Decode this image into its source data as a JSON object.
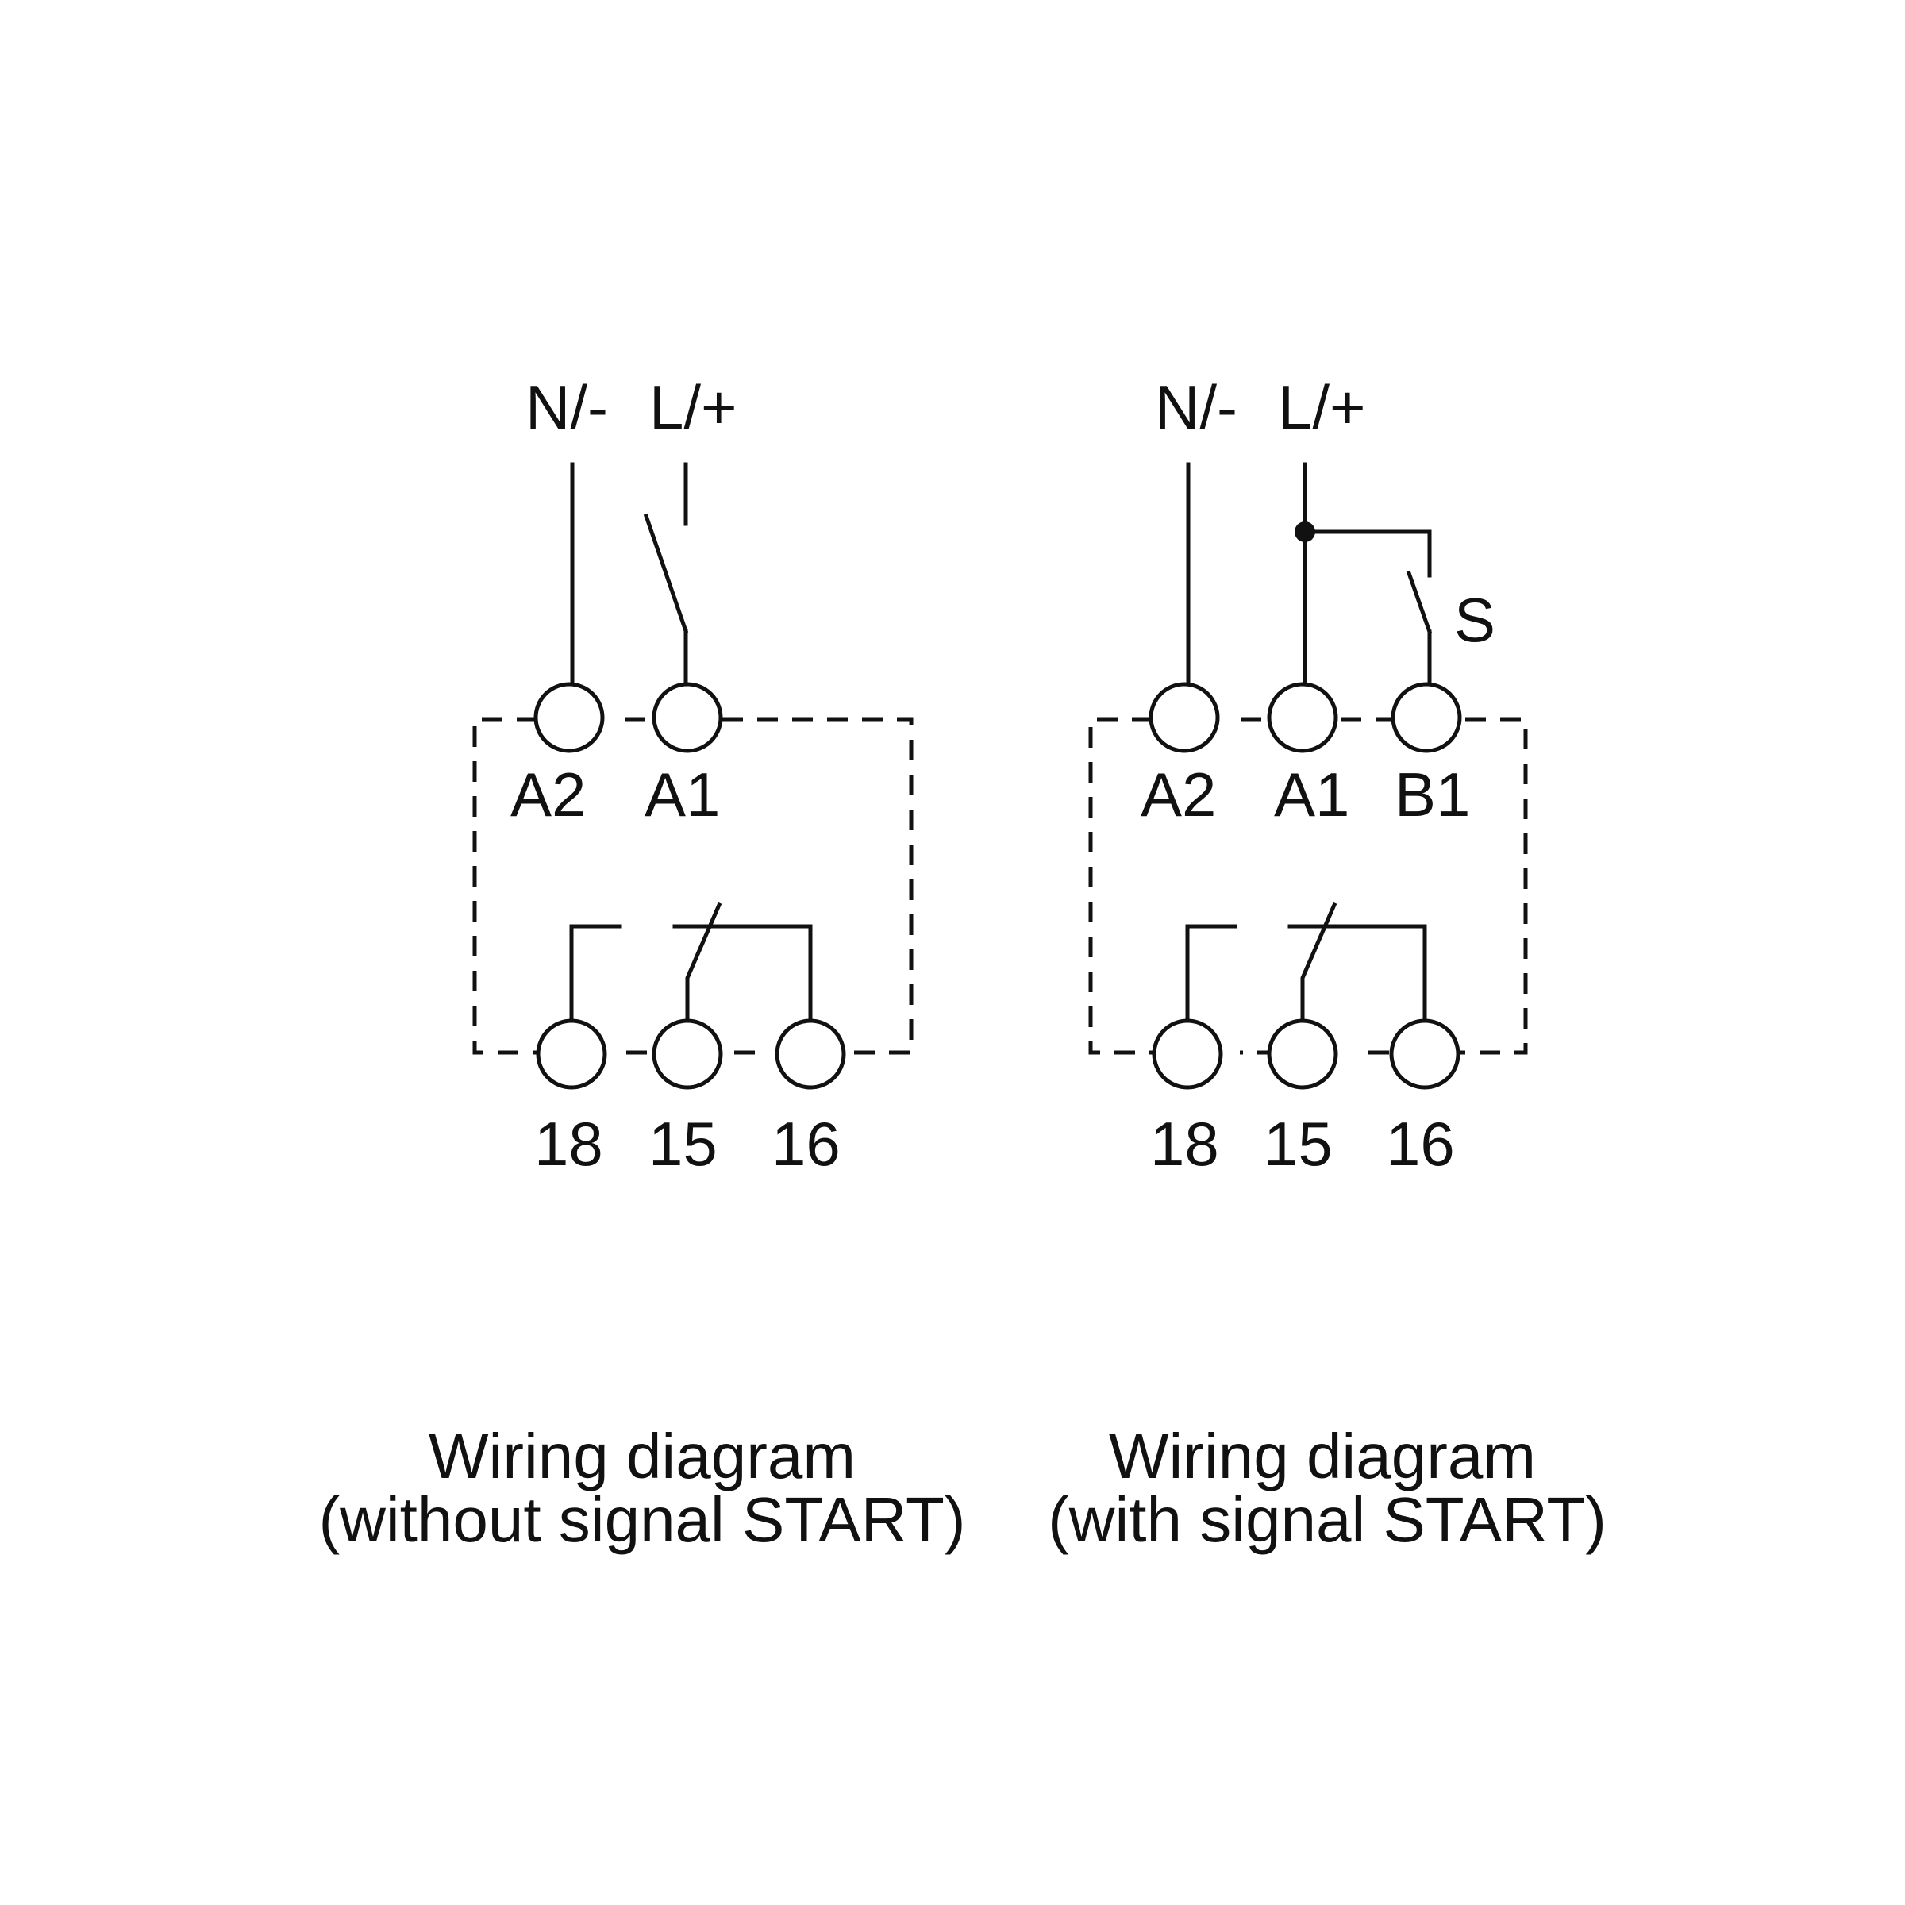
{
  "diagrams": [
    {
      "supply_labels": {
        "neutral": "N/-",
        "line": "L/+"
      },
      "control_terminals": [
        "A2",
        "A1"
      ],
      "contact_terminals": [
        "18",
        "15",
        "16"
      ],
      "caption": [
        "Wiring diagram",
        "(without signal START)"
      ]
    },
    {
      "supply_labels": {
        "neutral": "N/-",
        "line": "L/+"
      },
      "control_terminals": [
        "A2",
        "A1",
        "B1"
      ],
      "switch_label": "S",
      "contact_terminals": [
        "18",
        "15",
        "16"
      ],
      "caption": [
        "Wiring diagram",
        "(with signal START)"
      ]
    }
  ]
}
